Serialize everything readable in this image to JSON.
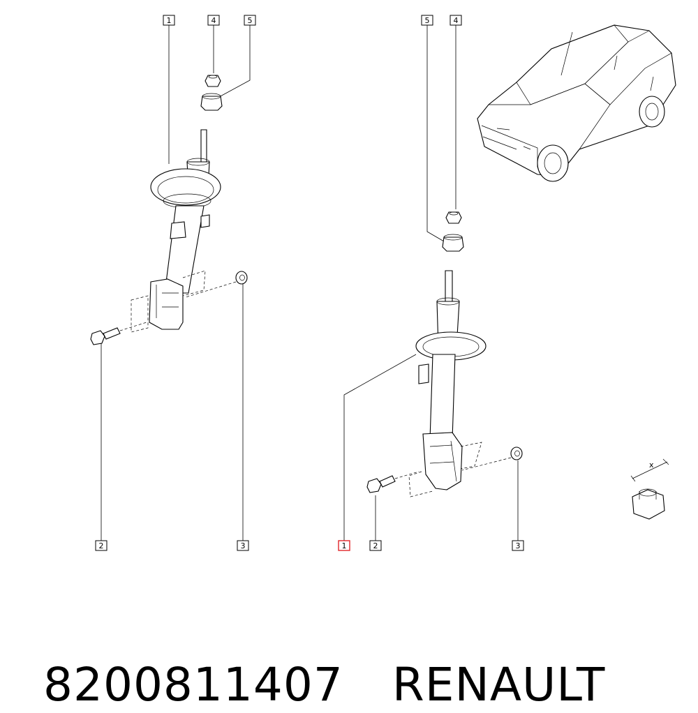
{
  "callouts": {
    "left_1": "1",
    "left_4": "4",
    "left_5": "5",
    "left_2": "2",
    "left_3": "3",
    "right_5": "5",
    "right_4": "4",
    "right_1": "1",
    "right_2": "2",
    "right_3": "3"
  },
  "detail_label": "x",
  "caption": {
    "part_number": "8200811407",
    "brand": "RENAULT"
  },
  "colors": {
    "line": "#000000",
    "highlight": "#e0262b",
    "background": "#ffffff"
  },
  "icons": [
    "shock-absorber",
    "car",
    "nut",
    "bolt",
    "washer"
  ]
}
